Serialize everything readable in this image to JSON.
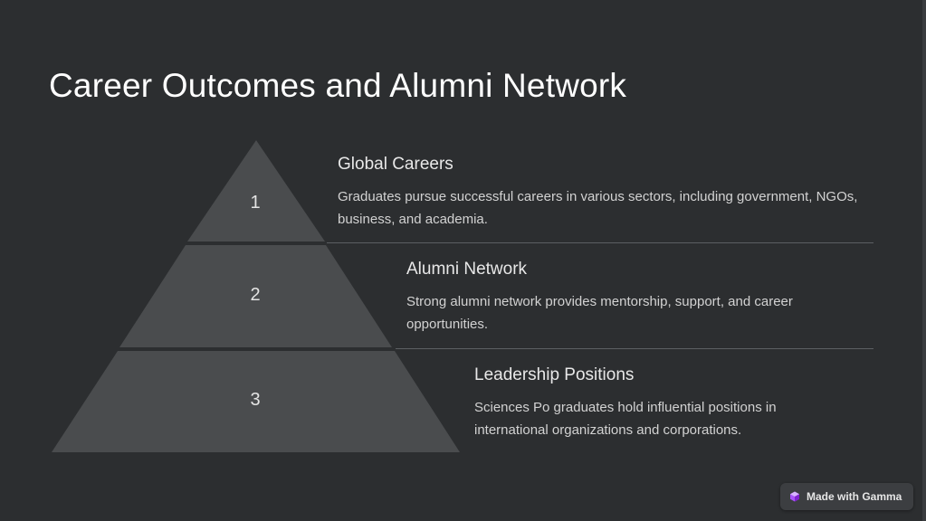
{
  "title": "Career Outcomes and Alumni Network",
  "tiers": [
    {
      "number": "1",
      "heading": "Global Careers",
      "description": "Graduates pursue successful careers in various sectors, including government, NGOs, business, and academia."
    },
    {
      "number": "2",
      "heading": "Alumni Network",
      "description": "Strong alumni network provides mentorship, support, and career opportunities."
    },
    {
      "number": "3",
      "heading": "Leadership Positions",
      "description": "Sciences Po graduates hold influential positions in international organizations and corporations."
    }
  ],
  "badge": {
    "label": "Made with Gamma",
    "icon": "gamma-logo-icon"
  },
  "colors": {
    "background": "#2c2e30",
    "pyramid_fill": "#4a4c4e",
    "title_text": "#ffffff",
    "divider": "#5c5f62",
    "badge_accent": "#a855f7"
  }
}
